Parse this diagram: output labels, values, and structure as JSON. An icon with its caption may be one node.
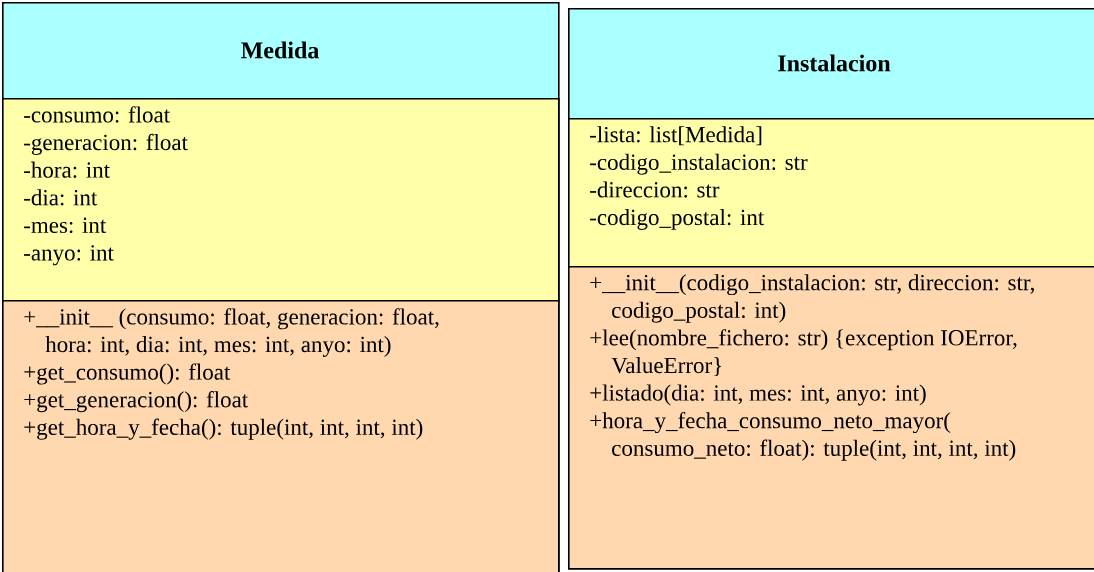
{
  "diagram": {
    "nodes": [
      {
        "text": [
          "Medida"
        ]
      },
      {
        "text": [
          "-consumo: float",
          "-generacion: float",
          "-hora: int",
          "-dia: int",
          "-mes: int",
          "-anyo: int"
        ],
        "in": 0
      },
      {
        "text": [
          "+__init__ (consumo: float, generacion: float, hora: int, dia: int, mes: int, anyo: int)",
          "+get_consumo(): float",
          "+get_generacion(): float",
          "+get_hora_y_fecha(): tuple(int, int, int, int)"
        ],
        "in": 0
      },
      {
        "text": [
          "Instalacion"
        ]
      },
      {
        "text": [
          "-lista: list[Medida]",
          "-codigo_instalacion: str",
          "-direccion: str",
          "-codigo_postal: int"
        ],
        "in": 3
      },
      {
        "text": [
          "+__init__(codigo_instalacion: str, direccion: str, codigo_postal: int)",
          "+lee(nombre_fichero: str) {exception IOError, ValueError}",
          "+listado(dia: int, mes: int, anyo: int)",
          "+hora_y_fecha_consumo_neto_mayor( consumo_neto: float): tuple(int, int, int, int)"
        ],
        "in": 3
      }
    ]
  }
}
